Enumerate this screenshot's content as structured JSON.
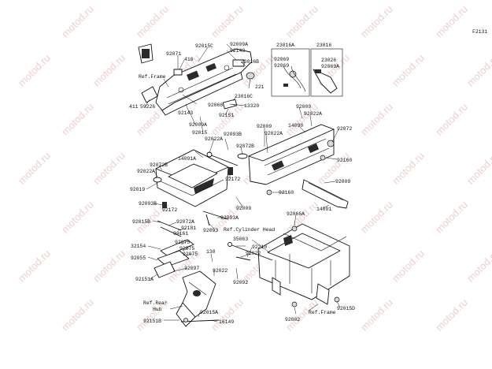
{
  "diagram_code": "F2131",
  "watermark_text": "motod.ru",
  "labels": {
    "p_92015C": "92015C",
    "p_92009A_top": "92009A",
    "p_92143_top": "92143",
    "p_23016B": "23016B",
    "p_23016A": "23016A",
    "p_23016": "23016",
    "p_92069_a": "92069",
    "p_92069": "92069",
    "p_23026": "23026",
    "p_92069A": "92069A",
    "p_92071": "92071",
    "p_410": "410",
    "p_221": "221",
    "p_ref_frame_top": "Ref.Frame",
    "p_411": "411",
    "p_59226": "59226",
    "p_23016C": "23016C",
    "p_92066": "92066",
    "p_13320": "13320",
    "p_92143_mid": "92143",
    "p_92151": "92151",
    "p_92009A_mid": "92009A",
    "p_92015": "92015",
    "p_92022A_top": "92022A",
    "p_92093B_top": "92093B",
    "p_92072B_top": "92072B",
    "p_14091A": "14091A",
    "p_92072B_left": "92072B",
    "p_92022A_left": "92022A",
    "p_92019": "92019",
    "p_92093B_left": "92093B",
    "p_92172_left": "92172",
    "p_92172_mid": "92172",
    "p_92009_mid": "92009",
    "p_92009_right_top": "92009",
    "p_92022A_right": "92022A",
    "p_92009_rt2": "92009",
    "p_14090": "14090",
    "p_92022A_mid2": "92022A",
    "p_92072": "92072",
    "p_92160_right": "92160",
    "p_92160_mid": "92160",
    "p_92009_r3": "92009",
    "p_14091": "14091",
    "p_92066A": "92066A",
    "p_92093A": "92093A",
    "p_92093": "92093",
    "p_ref_cyl": "Ref.Cylinder Head",
    "p_35063": "35063",
    "p_92210": "92210",
    "p_92022_a": "92022",
    "p_92022_b": "92022",
    "p_130": "130",
    "p_92092": "92092",
    "p_92015B": "92015B",
    "p_92072A": "92072A",
    "p_92181": "92181",
    "p_92161": "92161",
    "p_92075_a": "92075",
    "p_92075_b": "92075",
    "p_92075_c": "92075",
    "p_32154": "32154",
    "p_92055": "92055",
    "p_32097": "32097",
    "p_92151A": "92151A",
    "p_ref_rear_hub_1": "Ref.Rear",
    "p_ref_rear_hub_2": "Hub",
    "p_92015A": "92015A",
    "p_92151B": "92151B",
    "p_16149": "16149",
    "p_92002": "92002",
    "p_ref_frame_bot": "Ref.Frame",
    "p_92015D": "92015D"
  }
}
